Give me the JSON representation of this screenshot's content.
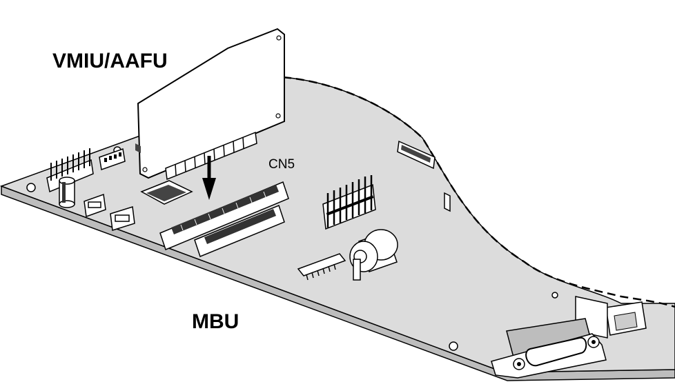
{
  "labels": {
    "module": "VMIU/AAFU",
    "connector": "CN5",
    "board": "MBU"
  },
  "colors": {
    "board_fill": "#dcdcdc",
    "outline": "#000000",
    "component_fill": "#ffffff"
  }
}
